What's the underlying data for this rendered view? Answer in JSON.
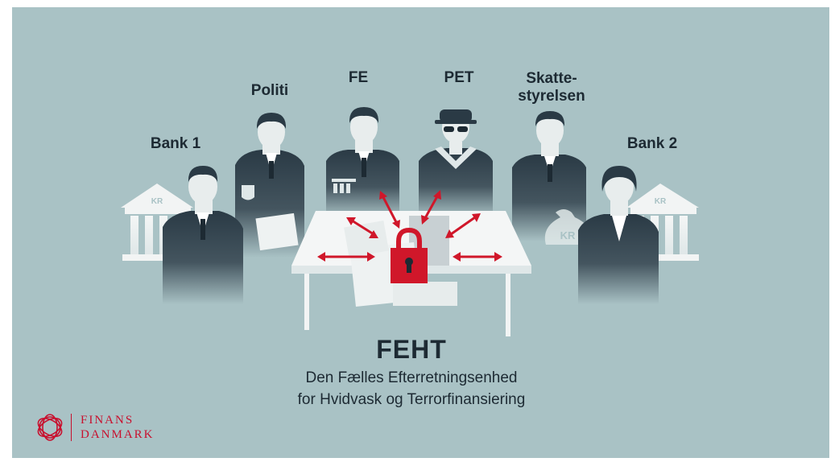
{
  "labels": {
    "bank1": "Bank 1",
    "politi": "Politi",
    "fe": "FE",
    "pet": "PET",
    "skat_line1": "Skatte-",
    "skat_line2": "styrelsen",
    "bank2": "Bank 2"
  },
  "bank_sign": "KR",
  "bag_sign": "KR",
  "title": "FEHT",
  "subtitle_line1": "Den Fælles Efterretningsenhed",
  "subtitle_line2": "for Hvidvask og Terrorfinansiering",
  "logo": {
    "line1": "FINANS",
    "line2": "DANMARK"
  },
  "colors": {
    "background": "#a9c2c5",
    "figure": "#2a3a45",
    "accent_red": "#d0172a",
    "text": "#1d2a33"
  }
}
